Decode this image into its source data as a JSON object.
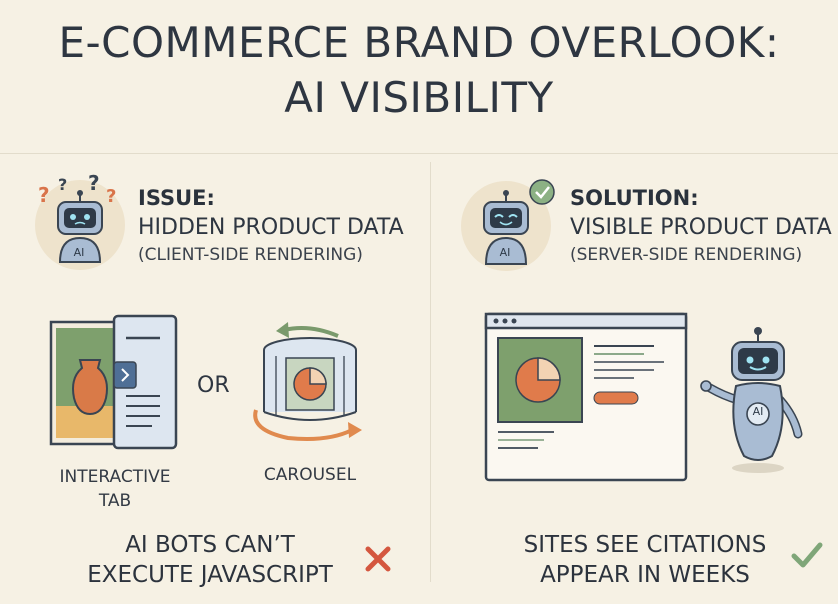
{
  "title": {
    "line1": "E-COMMERCE BRAND OVERLOOK:",
    "line2": "AI VISIBILITY"
  },
  "issue": {
    "label": "ISSUE:",
    "heading": "HIDDEN PRODUCT DATA",
    "subheading": "(CLIENT-SIDE RENDERING)",
    "robot_badge": "AI",
    "icon1_caption_line1": "INTERACTIVE",
    "icon1_caption_line2": "TAB",
    "or_text": "OR",
    "icon2_caption": "CAROUSEL",
    "bottom_line1": "AI BOTS CAN’T",
    "bottom_line2": "EXECUTE JAVASCRIPT"
  },
  "solution": {
    "label": "SOLUTION:",
    "heading": "VISIBLE PRODUCT DATA",
    "subheading": "(SERVER-SIDE RENDERING)",
    "robot_badge": "AI",
    "big_robot_badge": "AI",
    "bottom_line1": "SITES SEE CITATIONS",
    "bottom_line2": "APPEAR IN WEEKS"
  },
  "colors": {
    "background": "#f6f1e4",
    "orange": "#e07b4b",
    "green": "#7a9a6c",
    "robot_blue": "#9fb3cc",
    "red_x": "#d4573f",
    "check_green": "#7fa678"
  }
}
